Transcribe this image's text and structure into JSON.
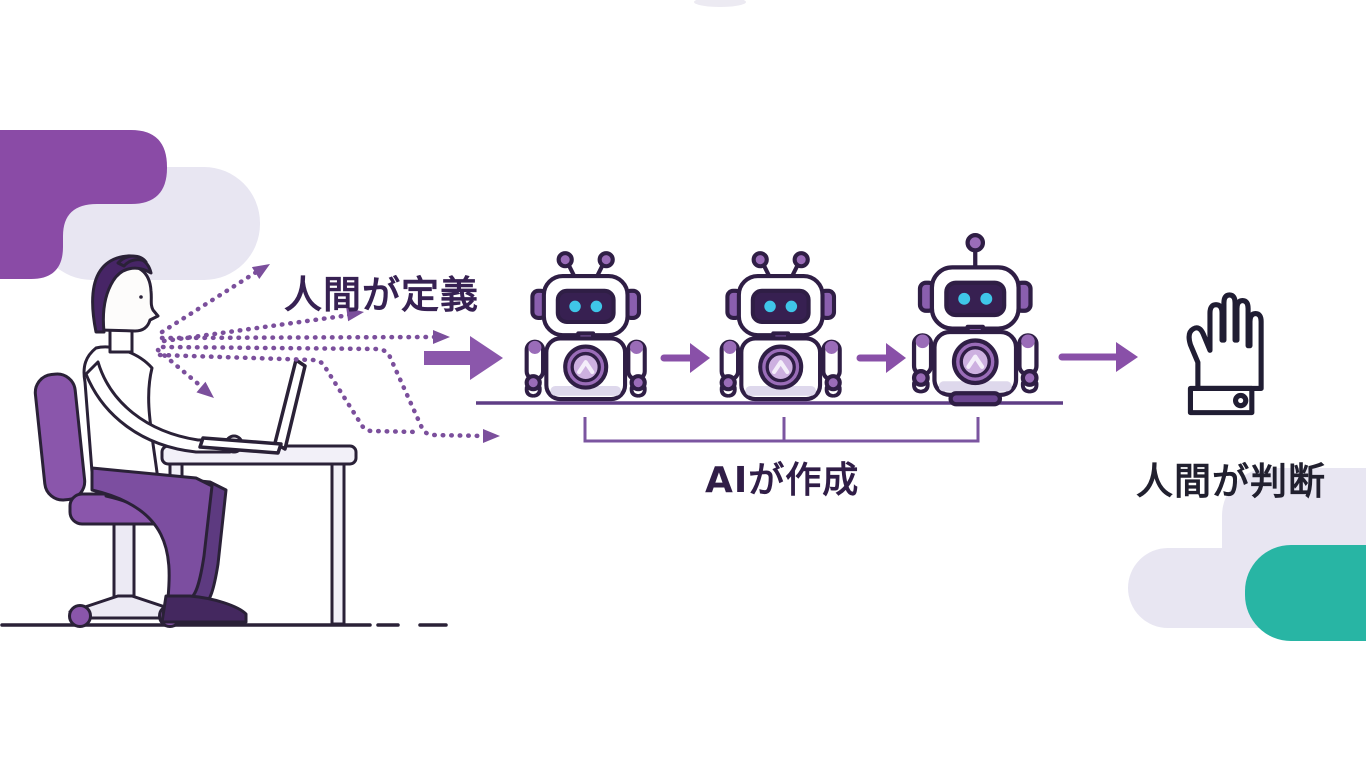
{
  "diagram": {
    "labels": {
      "human_defines": "人間が定義",
      "ai_creates": "AIが作成",
      "human_judges": "人間が判断"
    },
    "flow_stages": [
      {
        "actor": "human",
        "label": "人間が定義"
      },
      {
        "actor": "ai",
        "label": "AIが作成",
        "robot_count": 3
      },
      {
        "actor": "human",
        "label": "人間が判断"
      }
    ],
    "icons": [
      "person-at-laptop-desk",
      "robot",
      "robot",
      "robot",
      "raised-hand"
    ],
    "colors": {
      "purple_blob": "#8a4ba6",
      "lavender_blob": "#e8e6f2",
      "teal_blob": "#28b5a4",
      "arrow_purple": "#8950a8",
      "dotted_purple": "#7b4f9c",
      "bracket_purple": "#7b55a0",
      "text_purple": "#372153",
      "text_dark": "#21202f",
      "outline_dark": "#2a2137",
      "robot_outline": "#2f1e45",
      "robot_accent": "#9a6cb8",
      "robot_accent_light": "#cdb0e0",
      "eye_cyan": "#3fc6e8"
    }
  }
}
